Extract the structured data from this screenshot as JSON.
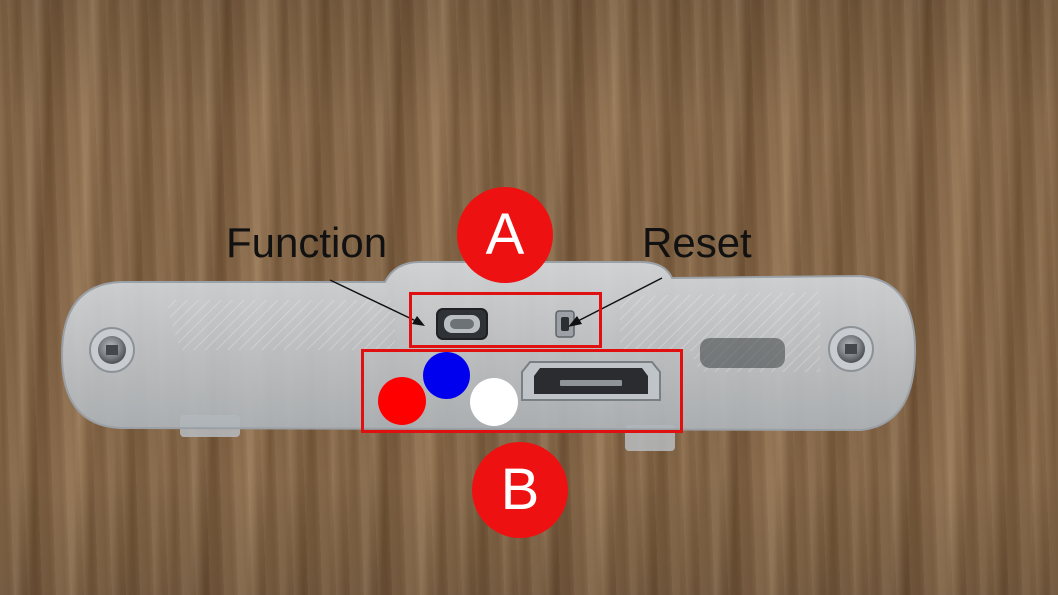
{
  "labels": {
    "function": "Function",
    "reset": "Reset"
  },
  "badges": {
    "a": "A",
    "b": "B"
  },
  "colors": {
    "badge": "#ee1111",
    "highlight_box": "#e01010",
    "led_red": "#ff0000",
    "led_blue": "#0000ee",
    "led_white": "#ffffff",
    "label_text": "#111111"
  },
  "icons": {
    "function_button": "tactile-button-icon",
    "reset_button": "pinhole-button-icon",
    "usb_port": "micro-usb-port-icon",
    "screw": "screw-icon"
  }
}
